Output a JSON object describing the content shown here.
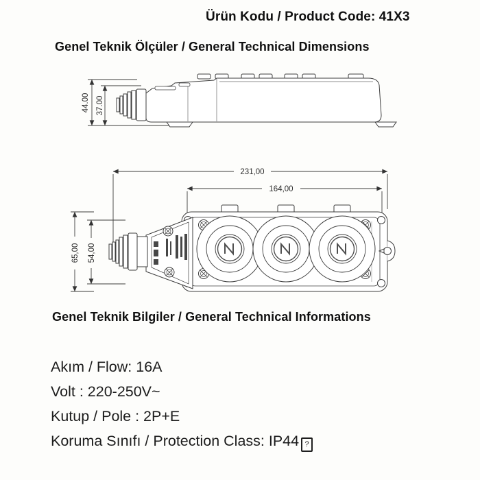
{
  "page": {
    "background": "#fdfdfb",
    "text_color": "#1a1a1a",
    "line_color": "#3e3e3e"
  },
  "header": {
    "product_code": "Ürün Kodu / Product Code: 41X3"
  },
  "dimensions_section": {
    "title": "Genel Teknik Ölçüler / General Technical Dimensions",
    "side_view": {
      "height_total_mm": "44.00",
      "height_body_mm": "37.00"
    },
    "top_view": {
      "length_total_mm": "231,00",
      "length_sockets_mm": "164,00",
      "width_total_mm": "65,00",
      "width_body_mm": "54,00"
    }
  },
  "info_section": {
    "title": "Genel Teknik Bilgiler / General Technical Informations",
    "specs": [
      "Akım / Flow: 16A",
      "Volt : 220-250V~",
      "Kutup / Pole : 2P+E",
      "Koruma Sınıfı / Protection Class: IP44"
    ],
    "notdef_glyph": "?"
  }
}
